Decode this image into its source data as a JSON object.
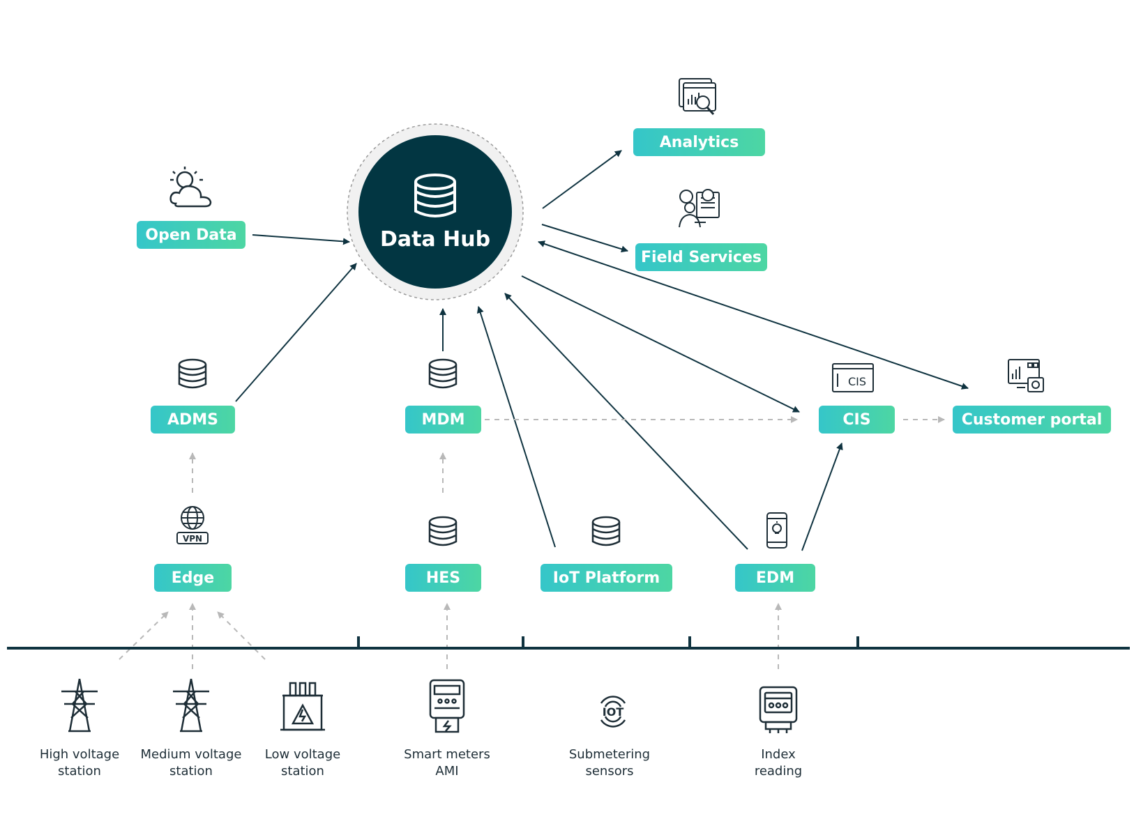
{
  "diagram": {
    "hub": {
      "label": "Data Hub",
      "icon": "database-icon"
    },
    "nodes": {
      "open_data": "Open Data",
      "analytics": "Analytics",
      "field_services": "Field Services",
      "adms": "ADMS",
      "mdm": "MDM",
      "cis": "CIS",
      "customer_portal": "Customer portal",
      "edge": "Edge",
      "hes": "HES",
      "iot_platform": "IoT Platform",
      "edm": "EDM"
    },
    "icons": {
      "open_data": "weather-icon",
      "analytics": "analytics-icon",
      "field_services": "field-technician-icon",
      "adms": "database-icon",
      "mdm": "database-icon",
      "cis": "cis-window-icon",
      "cis_text": "CIS",
      "customer_portal": "dashboard-icon",
      "edge": "vpn-globe-icon",
      "edge_text": "VPN",
      "hes": "database-icon",
      "iot_platform": "database-icon",
      "edm": "smartphone-icon"
    },
    "sources": {
      "high_voltage": {
        "line1": "High voltage",
        "line2": "station",
        "icon": "power-tower-icon"
      },
      "medium_voltage": {
        "line1": "Medium voltage",
        "line2": "station",
        "icon": "power-tower-icon"
      },
      "low_voltage": {
        "line1": "Low voltage",
        "line2": "station",
        "icon": "transformer-icon"
      },
      "smart_meters": {
        "line1": "Smart meters",
        "line2": "AMI",
        "icon": "smart-meter-icon"
      },
      "submetering": {
        "line1": "Submetering",
        "line2": "sensors",
        "icon": "iot-sensor-icon",
        "icon_text": "IOT"
      },
      "index_reading": {
        "line1": "Index",
        "line2": "reading",
        "icon": "meter-reading-icon"
      }
    },
    "colors": {
      "hub": "#023642",
      "node_gradient_start": "#35c6c9",
      "node_gradient_end": "#4dd6a3",
      "solid_arrow": "#0f3340",
      "dashed_arrow": "#b8b8b8",
      "baseline": "#0f3340"
    }
  }
}
